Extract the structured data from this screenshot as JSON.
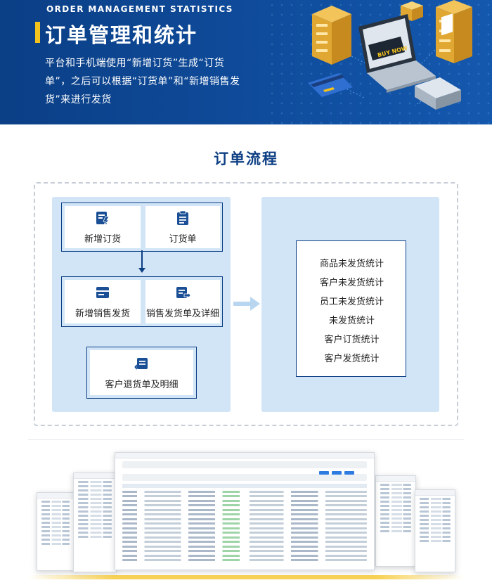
{
  "header": {
    "subtitle_en": "ORDER MANAGEMENT STATISTICS",
    "title": "订单管理和统计",
    "description": "平台和手机端使用“新增订货”生成“订货单”，之后可以根据“订货单”和“新增销售发货”来进行发货",
    "illustration_sign": "BUY NOW"
  },
  "flow": {
    "title": "订单流程",
    "left_boxes": [
      {
        "label": "新增订货",
        "icon": "new-order-icon"
      },
      {
        "label": "订货单",
        "icon": "clipboard-icon"
      },
      {
        "label": "新增销售发货",
        "icon": "sales-delivery-icon"
      },
      {
        "label": "销售发货单及详细",
        "icon": "delivery-detail-icon"
      },
      {
        "label": "客户退货单及明细",
        "icon": "return-order-icon"
      }
    ],
    "stats": [
      "商品未发货统计",
      "客户未发货统计",
      "员工未发货统计",
      "未发货统计",
      "客户订货统计",
      "客户发货统计"
    ]
  },
  "colors": {
    "brand_blue": "#0d3f84",
    "banner_blue": "#0f4c9c",
    "accent_yellow": "#f4c21c",
    "panel_light_blue": "#d2e5f7"
  }
}
